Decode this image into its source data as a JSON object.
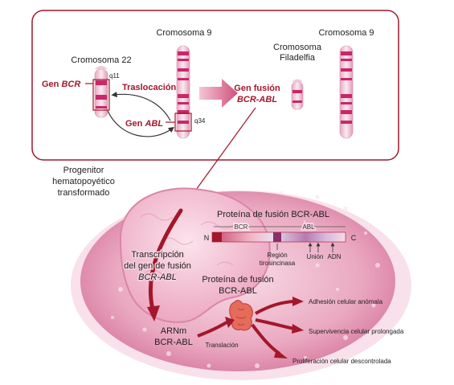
{
  "top_panel": {
    "chromosome_22": "Cromosoma 22",
    "chromosome_9_left": "Cromosoma 9",
    "philadelphia_line1": "Cromosoma",
    "philadelphia_line2": "Filadelfia",
    "chromosome_9_right": "Cromosoma 9",
    "gen_prefix_bcr": "Gen ",
    "gen_bcr_italic": "BCR",
    "gen_prefix_abl": "Gen ",
    "gen_abl_italic": "ABL",
    "q11": "q11",
    "q34": "q34",
    "translocation": "Traslocación",
    "fusion_gene_line1": "Gen fusión",
    "fusion_gene_line2": "BCR-ABL"
  },
  "cell": {
    "progenitor_line1": "Progenitor",
    "progenitor_line2": "hematopoyético",
    "progenitor_line3": "transformado",
    "protein_bar_title": "Proteína de fusión BCR-ABL",
    "bcr_label": "BCR",
    "abl_label": "ABL",
    "n_terminal": "N",
    "c_terminal": "C",
    "tk_region_line1": "Región",
    "tk_region_line2": "tirosincinasa",
    "union_label": "Unión",
    "adn_label": "ADN",
    "transcription_line1": "Transcripción",
    "transcription_line2": "del gen de fusión",
    "transcription_line3": "BCR-ABL",
    "protein_line1": "Proteína de fusión",
    "protein_line2": "BCR-ABL",
    "mrna_line1": "ARNm",
    "mrna_line2": "BCR-ABL",
    "translation": "Translación",
    "effect_adhesion": "Adhesión celular anómala",
    "effect_survival": "Supervivencia celular prolongada",
    "effect_proliferation": "Proliferación celular descontrolada"
  },
  "colors": {
    "dark_red": "#a3172b",
    "magenta": "#c8286a",
    "light_pink": "#f2c4d4",
    "cell_pink": "#e7a3bd",
    "nucleus_pink": "#efb5ca"
  }
}
